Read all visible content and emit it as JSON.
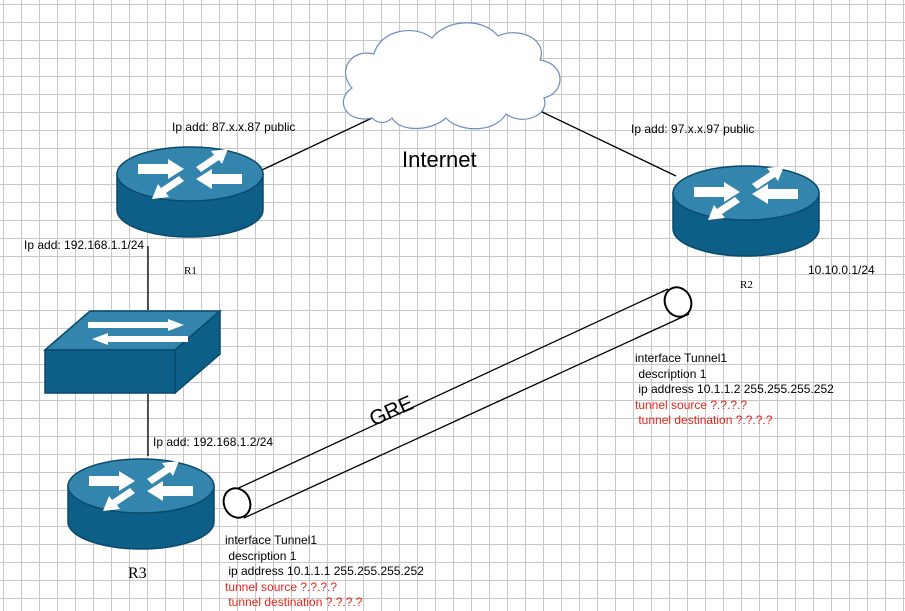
{
  "colors": {
    "device_top": "#3385ad",
    "device_side": "#0d5f88",
    "device_stroke": "#0a4a6c",
    "arrow": "#ffffff",
    "link": "#000000",
    "cloud_fill": "#ffffff",
    "cloud_stroke": "#6c8ebf",
    "config_highlight": "#e8231b",
    "grid": "#c8c8c8"
  },
  "icons": {
    "router_r1": "router-icon",
    "router_r2": "router-icon",
    "router_r3": "router-icon",
    "switch": "switch-icon",
    "cloud": "cloud-icon",
    "tunnel": "tunnel-pipe-icon"
  },
  "internet": {
    "label": "Internet"
  },
  "r1": {
    "name": "R1",
    "public_ip": "Ip add: 87.x.x.87 public",
    "lan_ip": "Ip add: 192.168.1.1/24"
  },
  "r2": {
    "name": "R2",
    "public_ip": "Ip add: 97.x.x.97 public",
    "lan_ip": "10.10.0.1/24"
  },
  "r3": {
    "name": "R3",
    "lan_ip": "Ip add: 192.168.1.2/24"
  },
  "tunnel": {
    "label": "GRE"
  },
  "r2_config": {
    "line1": "interface Tunnel1",
    "line2": " description 1",
    "line3": " ip address 10.1.1.2 255.255.255.252",
    "line4": "tunnel source ?.?.?.?",
    "line5": " tunnel destination ?.?.?.?"
  },
  "r3_config": {
    "line1": "interface Tunnel1",
    "line2": " description 1",
    "line3": " ip address 10.1.1.1 255.255.255.252",
    "line4": "tunnel source ?.?.?.?",
    "line5": " tunnel destination ?.?.?.?"
  }
}
